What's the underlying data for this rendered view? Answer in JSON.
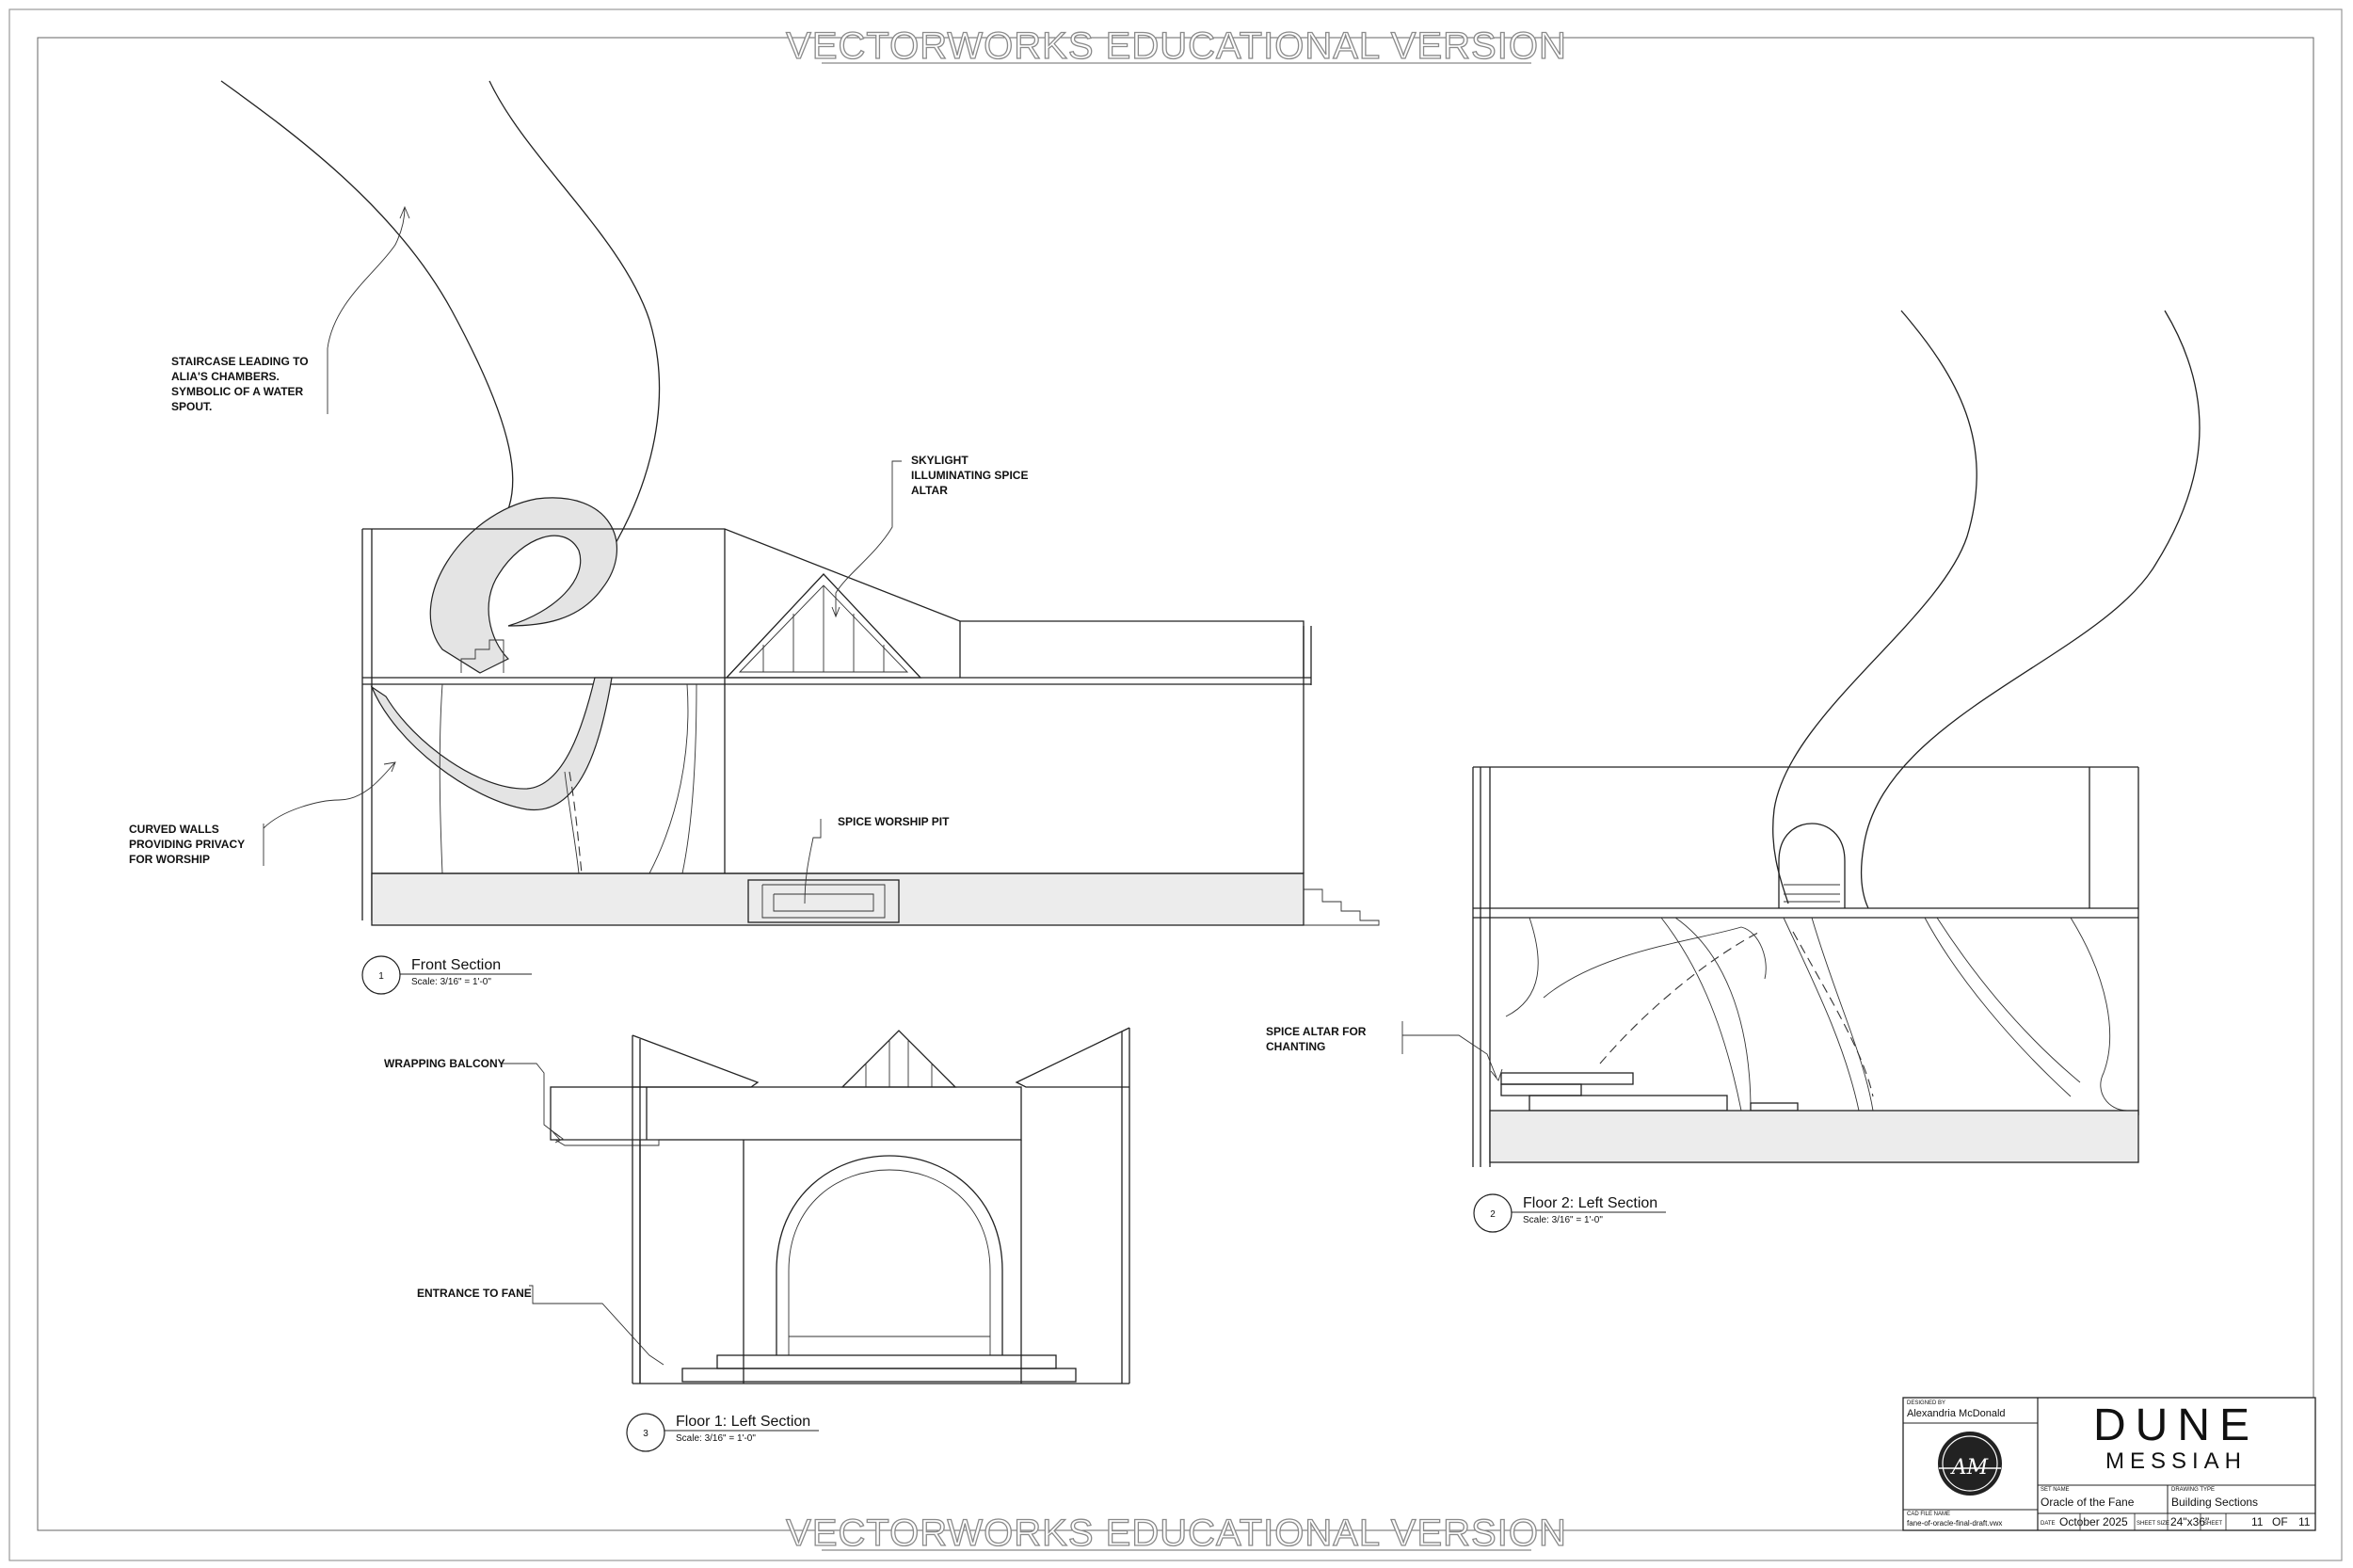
{
  "watermark": {
    "top": "VECTORWORKS EDUCATIONAL VERSION",
    "bottom": "VECTORWORKS EDUCATIONAL VERSION"
  },
  "annotations": {
    "staircase": [
      "STAIRCASE LEADING TO",
      "ALIA'S CHAMBERS.",
      "SYMBOLIC OF A WATER",
      "SPOUT."
    ],
    "skylight": [
      "SKYLIGHT",
      "ILLUMINATING SPICE",
      "ALTAR"
    ],
    "curved_walls": [
      "CURVED WALLS",
      "PROVIDING PRIVACY",
      "FOR WORSHIP"
    ],
    "spice_pit": "SPICE WORSHIP PIT",
    "balcony": "WRAPPING BALCONY",
    "entrance": "ENTRANCE TO FANE",
    "spice_altar": [
      "SPICE ALTAR FOR",
      "CHANTING"
    ]
  },
  "views": [
    {
      "number": "1",
      "title": "Front Section",
      "scale": "Scale: 3/16\" = 1'-0\""
    },
    {
      "number": "2",
      "title": "Floor 2: Left Section",
      "scale": "Scale: 3/16\" = 1'-0\""
    },
    {
      "number": "3",
      "title": "Floor 1: Left Section",
      "scale": "Scale: 3/16\" = 1'-0\""
    }
  ],
  "title_block": {
    "designed_by_label": "DESIGNED BY",
    "designer": "Alexandria McDonald",
    "logo_text": "AM",
    "cad_file_label": "CAD FILE NAME",
    "cad_file": "fane-of-oracle-final-draft.vwx",
    "project_title": "DUNE",
    "project_subtitle": "MESSIAH",
    "set_name_label": "SET NAME",
    "set_name": "Oracle of the Fane",
    "drawing_type_label": "DRAWING TYPE",
    "drawing_type": "Building Sections",
    "date_label": "DATE",
    "date": "October 2025",
    "sheet_size_label": "SHEET SIZE",
    "sheet_size": "24\"x36\"",
    "sheet_label": "SHEET",
    "sheet_number": "11",
    "sheet_of": "OF",
    "sheet_total": "11"
  }
}
